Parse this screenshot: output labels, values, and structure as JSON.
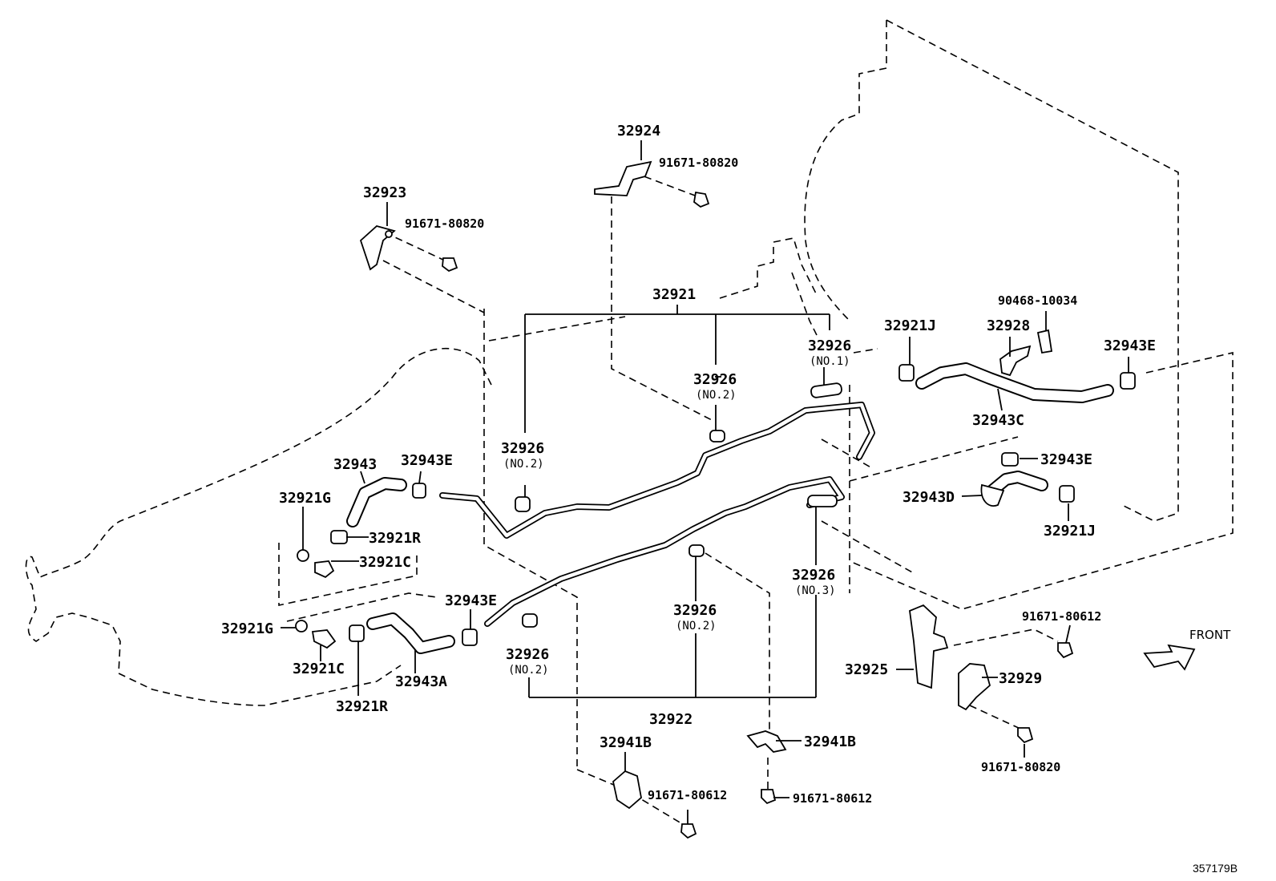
{
  "diagram_id": "357179B",
  "front_label": "FRONT",
  "labels": {
    "p32924": "32924",
    "p91671_80820_a": "91671-80820",
    "p32923": "32923",
    "p91671_80820_b": "91671-80820",
    "p32921": "32921",
    "p90468_10034": "90468-10034",
    "p32921J_a": "32921J",
    "p32928": "32928",
    "p32943E_a": "32943E",
    "p32926_no1": "32926",
    "p32926_no1_sub": "(NO.1)",
    "p32926_no2_a": "32926",
    "p32926_no2_a_sub": "(NO.2)",
    "p32943C": "32943C",
    "p32926_no2_b": "32926",
    "p32926_no2_b_sub": "(NO.2)",
    "p32943": "32943",
    "p32943E_b": "32943E",
    "p32943E_c": "32943E",
    "p32921G_a": "32921G",
    "p32921R_a": "32921R",
    "p32943D": "32943D",
    "p32921J_b": "32921J",
    "p32921C_a": "32921C",
    "p32926_no3": "32926",
    "p32926_no3_sub": "(NO.3)",
    "p32943E_d": "32943E",
    "p32926_no2_c": "32926",
    "p32926_no2_c_sub": "(NO.2)",
    "p91671_80612_a": "91671-80612",
    "p32921G_b": "32921G",
    "p32926_no2_d": "32926",
    "p32926_no2_d_sub": "(NO.2)",
    "p32925": "32925",
    "p32929": "32929",
    "p32921C_b": "32921C",
    "p32943A": "32943A",
    "p32921R_b": "32921R",
    "p32922": "32922",
    "p32941B_a": "32941B",
    "p32941B_b": "32941B",
    "p91671_80820_c": "91671-80820",
    "p91671_80612_b": "91671-80612",
    "p91671_80612_c": "91671-80612"
  }
}
